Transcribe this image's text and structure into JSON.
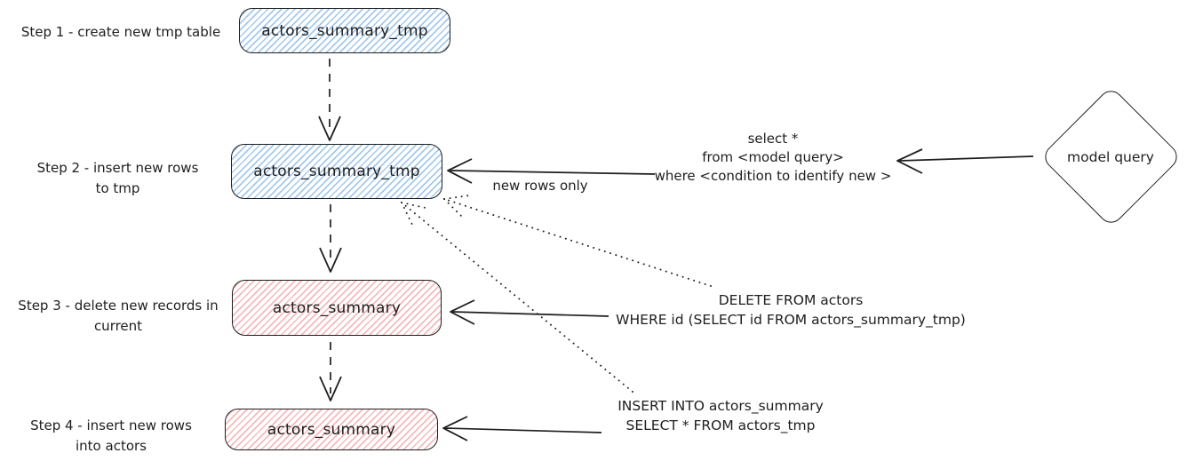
{
  "colors": {
    "stroke": "#1e1e1e",
    "blue_fill": "#a5c9ec",
    "red_fill": "#f6baba"
  },
  "steps": [
    {
      "label": "Step 1 - create new tmp table",
      "table": "actors_summary_tmp",
      "color": "blue"
    },
    {
      "label": "Step 2 - insert new rows\nto tmp",
      "table": "actors_summary_tmp",
      "color": "blue"
    },
    {
      "label": "Step 3 - delete new records in\ncurrent",
      "table": "actors_summary",
      "color": "red"
    },
    {
      "label": "Step 4 - insert new rows\ninto actors",
      "table": "actors_summary",
      "color": "red"
    }
  ],
  "annotations": {
    "model_query_sql": "select *\nfrom <model query>\nwhere <condition to identify new >",
    "new_rows_label": "new rows only",
    "delete_sql": "DELETE FROM actors\nWHERE id (SELECT id FROM actors_summary_tmp)",
    "insert_sql": "INSERT INTO actors_summary\nSELECT * FROM actors_tmp"
  },
  "diamond": {
    "label": "model query"
  }
}
